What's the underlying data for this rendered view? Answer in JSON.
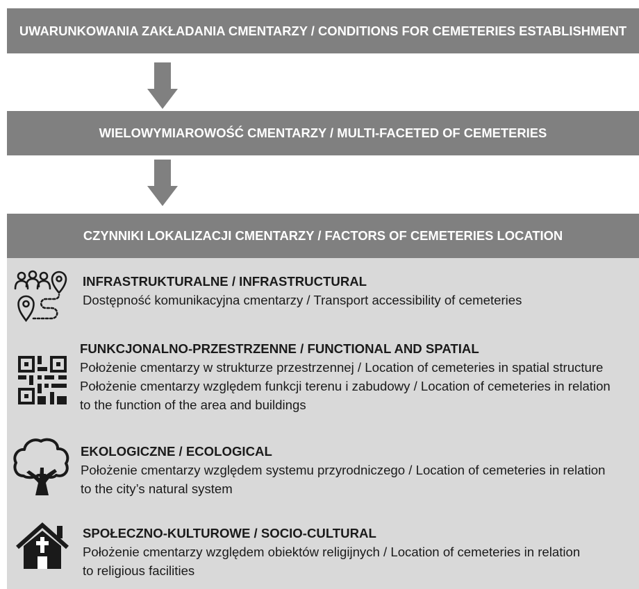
{
  "headers": [
    {
      "text": "UWARUNKOWANIA ZAKŁADANIA CMENTARZY / CONDITIONS FOR CEMETERIES ESTABLISHMENT"
    },
    {
      "text": "WIELOWYMIAROWOŚĆ CMENTARZY / MULTI-FACETED OF CEMETERIES"
    },
    {
      "text": "CZYNNIKI LOKALIZACJI CMENTARZY / FACTORS OF CEMETERIES LOCATION"
    }
  ],
  "factors": [
    {
      "icon": "people-route-pins-icon",
      "title": "INFRASTRUKTURALNE / INFRASTRUCTURAL",
      "lines": [
        "Dostępność komunikacyjna cmentarzy / Transport accessibility of cemeteries"
      ]
    },
    {
      "icon": "qr-code-icon",
      "title": "FUNKCJONALNO-PRZESTRZENNE / FUNCTIONAL AND SPATIAL",
      "lines": [
        "Położenie cmentarzy w strukturze przestrzennej / Location of cemeteries in spatial structure",
        "Położenie cmentarzy względem funkcji terenu i zabudowy / Location of cemeteries in relation",
        "to the function of the area and buildings"
      ]
    },
    {
      "icon": "tree-icon",
      "title": "EKOLOGICZNE / ECOLOGICAL",
      "lines": [
        "Położenie cmentarzy względem systemu przyrodniczego / Location of cemeteries in relation",
        "to the city’s natural system"
      ]
    },
    {
      "icon": "church-icon",
      "title": "SPOŁECZNO-KULTUROWE / SOCIO-CULTURAL",
      "lines": [
        "Położenie cmentarzy względem obiektów religijnych / Location of cemeteries in relation",
        "to religious facilities"
      ]
    }
  ],
  "colors": {
    "bar": "#808080",
    "bar_text": "#ffffff",
    "arrow": "#808080",
    "panel": "#d9d9d9",
    "text": "#1a1a1a"
  }
}
